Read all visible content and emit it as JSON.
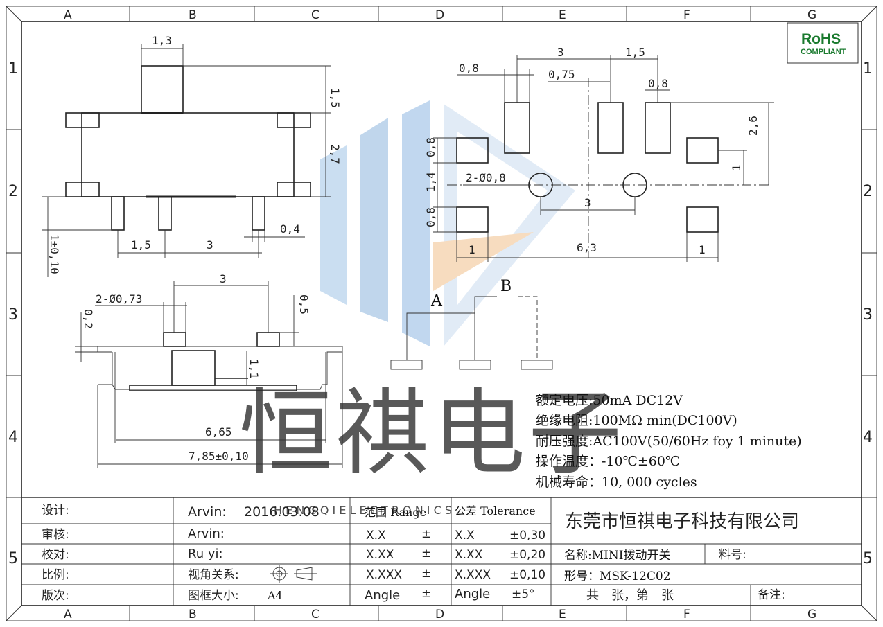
{
  "grid": {
    "columns": [
      "A",
      "B",
      "C",
      "D",
      "E",
      "F",
      "G"
    ],
    "rows": [
      "1",
      "2",
      "3",
      "4",
      "5"
    ]
  },
  "rohs": {
    "title": "RoHS",
    "subtitle": "COMPLIANT",
    "color": "#1a7a2e"
  },
  "watermark": {
    "text": "恒祺电子",
    "latin": "H E N G Q I   E L E C T R O N I C S"
  },
  "side_view": {
    "dims": {
      "w_top": "1,3",
      "h_top": "1,5",
      "h_body": "2,7",
      "pin_gap": "1,5",
      "pin_pitch": "3",
      "pin_w": "0,4",
      "pin_len": "1±0,10"
    }
  },
  "footprint": {
    "dims": {
      "pitch_top": "3",
      "gap_right": "1,5",
      "pad_w1": "0,8",
      "pad_w2": "0,75",
      "pad_w3": "0,8",
      "h_total": "2,6",
      "h_right": "1",
      "pad_h1": "0,8",
      "hole_row": "1,4",
      "pad_h2": "0,8",
      "holes": "2-Ø0,8",
      "hole_pitch": "3",
      "left_off": "1",
      "total_w": "6,3",
      "right_off": "1"
    }
  },
  "bottom_view": {
    "dims": {
      "pitch": "3",
      "posts": "2-Ø0,73",
      "post_h": "0,2",
      "post_h2": "0,5",
      "depth": "1,1",
      "inner_w": "6,65",
      "outer_w": "7,85±0,10"
    }
  },
  "circuit": {
    "label_a": "A",
    "label_b": "B"
  },
  "specs": [
    "额定电压:50mA DC12V",
    "绝缘电阻:100MΩ min(DC100V)",
    "耐压强度:AC100V(50/60Hz foy 1 minute)",
    "操作温度：-10℃±60℃",
    "机械寿命：10, 000 cycles"
  ],
  "title_block": {
    "labels": [
      "设计:",
      "审核:",
      "校对:",
      "比例:",
      "版次:"
    ],
    "design": "Arvin:",
    "design_date": "2016.03.08",
    "review": "Arvin:",
    "check": "Ru yi:",
    "projection_label": "视角关系:",
    "frame_label": "图框大小:",
    "frame_value": "A4",
    "range_header": "范围 Range",
    "tolerance_header": "公差 Tolerance",
    "ranges": [
      {
        "range": "X.X",
        "sym": "±",
        "tol_label": "X.X",
        "tol": "±0,30"
      },
      {
        "range": "X.XX",
        "sym": "±",
        "tol_label": "X.XX",
        "tol": "±0,20"
      },
      {
        "range": "X.XXX",
        "sym": "±",
        "tol_label": "X.XXX",
        "tol": "±0,10"
      },
      {
        "range": "Angle",
        "sym": "±",
        "tol_label": "Angle",
        "tol": "±5°"
      }
    ],
    "company": "东莞市恒祺电子科技有限公司",
    "name_label": "名称:MINI拨动开关",
    "part_label": "料号:",
    "model_label": "形号：MSK-12C02",
    "sheets": "共　张，第　张",
    "remark": "备注:"
  }
}
